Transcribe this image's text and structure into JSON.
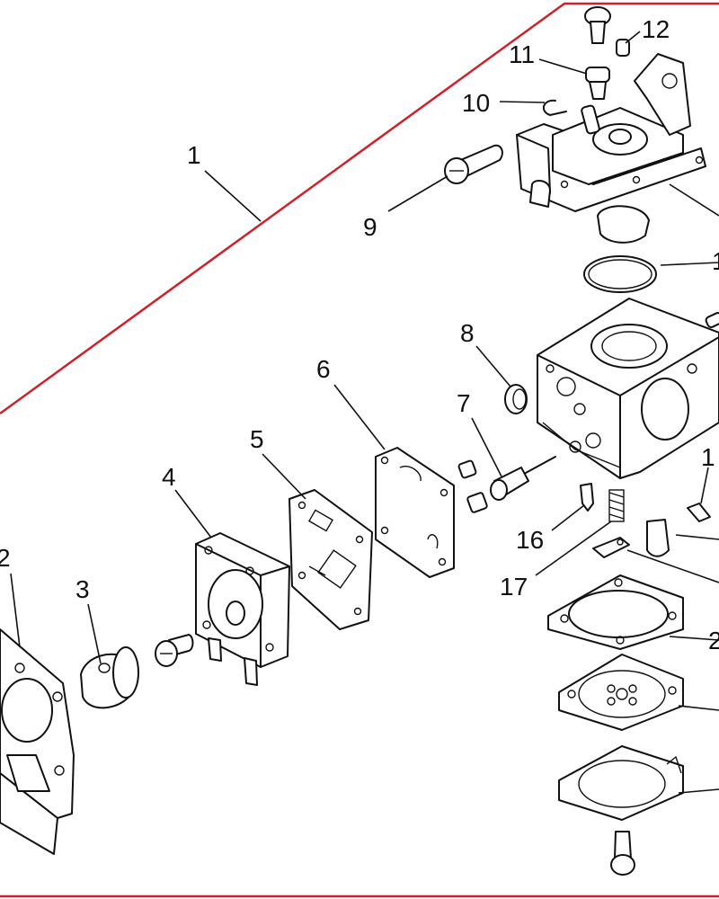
{
  "diagram": {
    "kit_border_color": "#d0202a",
    "line_color": "#111111",
    "callouts": [
      {
        "id": "c1",
        "label": "1"
      },
      {
        "id": "c2",
        "label": "2"
      },
      {
        "id": "c3",
        "label": "3"
      },
      {
        "id": "c4",
        "label": "4"
      },
      {
        "id": "c5",
        "label": "5"
      },
      {
        "id": "c6",
        "label": "6"
      },
      {
        "id": "c7",
        "label": "7"
      },
      {
        "id": "c8",
        "label": "8"
      },
      {
        "id": "c9",
        "label": "9"
      },
      {
        "id": "c10",
        "label": "10"
      },
      {
        "id": "c11",
        "label": "11"
      },
      {
        "id": "c12",
        "label": "12"
      },
      {
        "id": "c16",
        "label": "16"
      },
      {
        "id": "c17",
        "label": "17"
      },
      {
        "id": "c1b",
        "label": "1"
      },
      {
        "id": "c2b",
        "label": "2"
      },
      {
        "id": "c13",
        "label": "1"
      }
    ]
  }
}
